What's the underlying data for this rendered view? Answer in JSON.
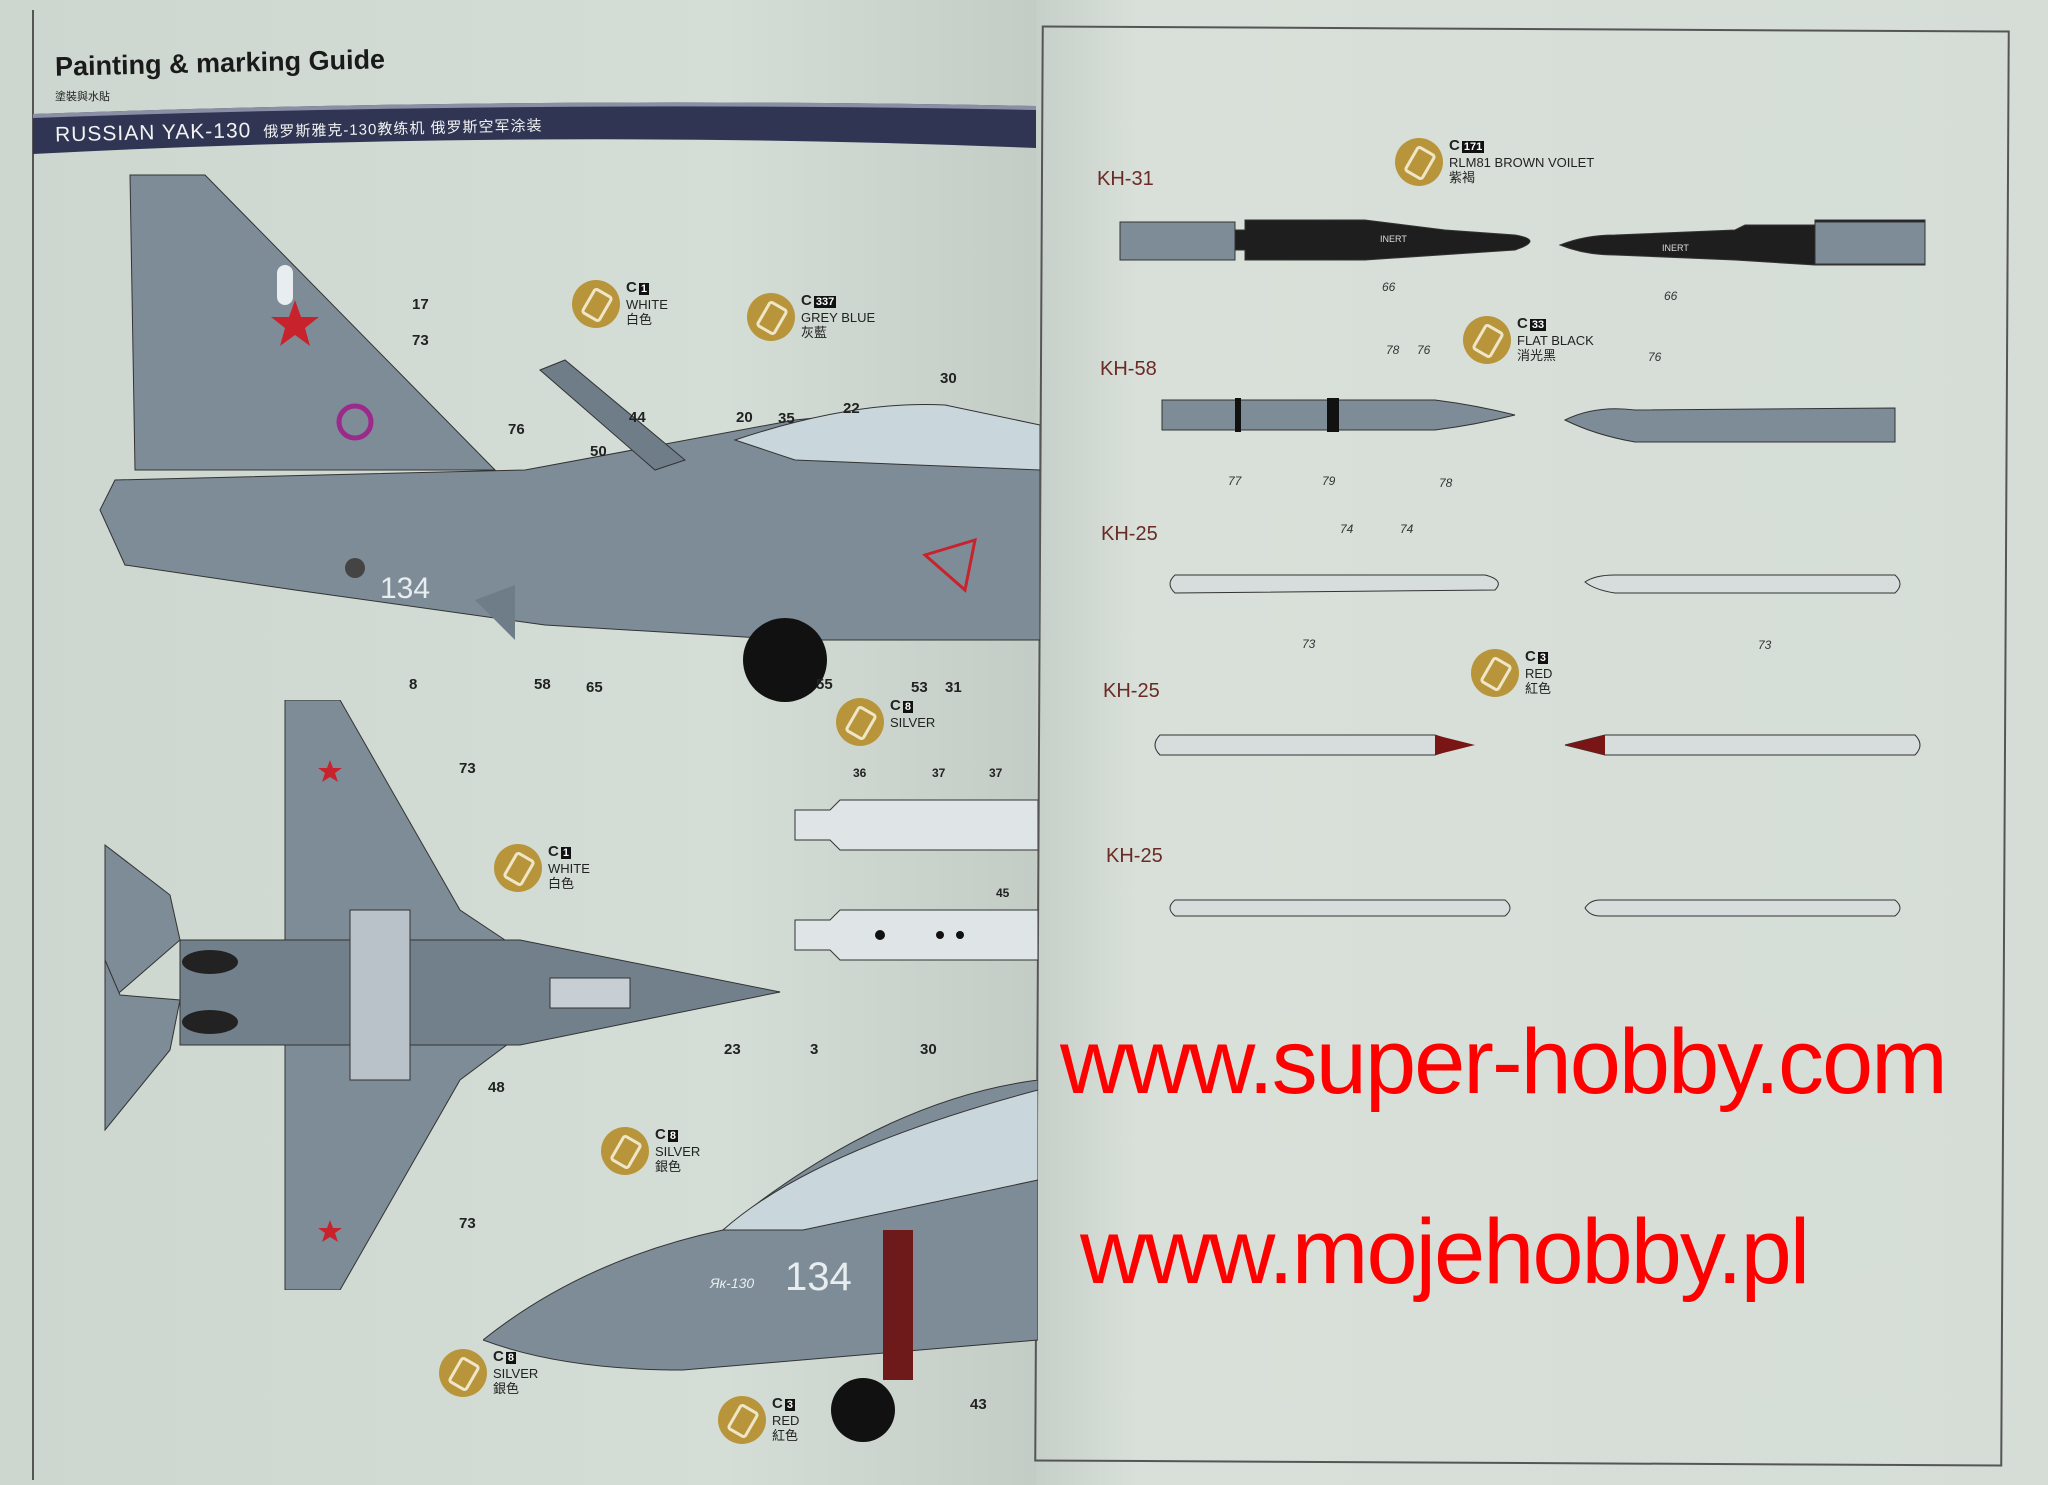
{
  "header": {
    "title": "Painting & marking Guide",
    "subtitle": "塗裝與水貼",
    "banner_title": "RUSSIAN YAK-130",
    "banner_subtitle": "俄罗斯雅克-130教练机  俄罗斯空军涂装"
  },
  "aircraft": {
    "side_number": "134",
    "nose_lettering": "Як-130"
  },
  "callouts": {
    "side": [
      "17",
      "73",
      "76",
      "44",
      "50",
      "20",
      "35",
      "22",
      "30",
      "8",
      "58",
      "65",
      "55",
      "53",
      "31"
    ],
    "top": [
      "73",
      "48",
      "73"
    ],
    "pylon": [
      "36",
      "37",
      "37",
      "45"
    ],
    "nose": [
      "23",
      "3",
      "30",
      "43"
    ],
    "weapons": [
      "66",
      "66",
      "78",
      "76",
      "76",
      "77",
      "79",
      "78",
      "74",
      "74",
      "73",
      "73"
    ]
  },
  "paints": [
    {
      "code": "C",
      "num": "1",
      "name": "WHITE",
      "cn": "白色"
    },
    {
      "code": "C",
      "num": "337",
      "name": "GREY BLUE",
      "cn": "灰藍"
    },
    {
      "code": "C",
      "num": "8",
      "name": "SILVER",
      "cn": ""
    },
    {
      "code": "C",
      "num": "1",
      "name": "WHITE",
      "cn": "白色"
    },
    {
      "code": "C",
      "num": "8",
      "name": "SILVER",
      "cn": "銀色"
    },
    {
      "code": "C",
      "num": "8",
      "name": "SILVER",
      "cn": "銀色"
    },
    {
      "code": "C",
      "num": "3",
      "name": "RED",
      "cn": "紅色"
    },
    {
      "code": "C",
      "num": "171",
      "name": "RLM81 BROWN VOILET",
      "cn": "紫褐"
    },
    {
      "code": "C",
      "num": "33",
      "name": "FLAT BLACK",
      "cn": "消光黑"
    },
    {
      "code": "C",
      "num": "3",
      "name": "RED",
      "cn": "紅色"
    }
  ],
  "weapons": {
    "labels": [
      "KH-31",
      "KH-58",
      "KH-25",
      "KH-25",
      "KH-25"
    ],
    "stencil": "INERT"
  },
  "watermarks": [
    "www.mojehobby.pl",
    "www.super-hobby.com"
  ],
  "colors": {
    "aircraft": "#7e8c98",
    "accent_red": "#c8232c",
    "badge": "#b8953a",
    "banner": "#2f3552"
  }
}
